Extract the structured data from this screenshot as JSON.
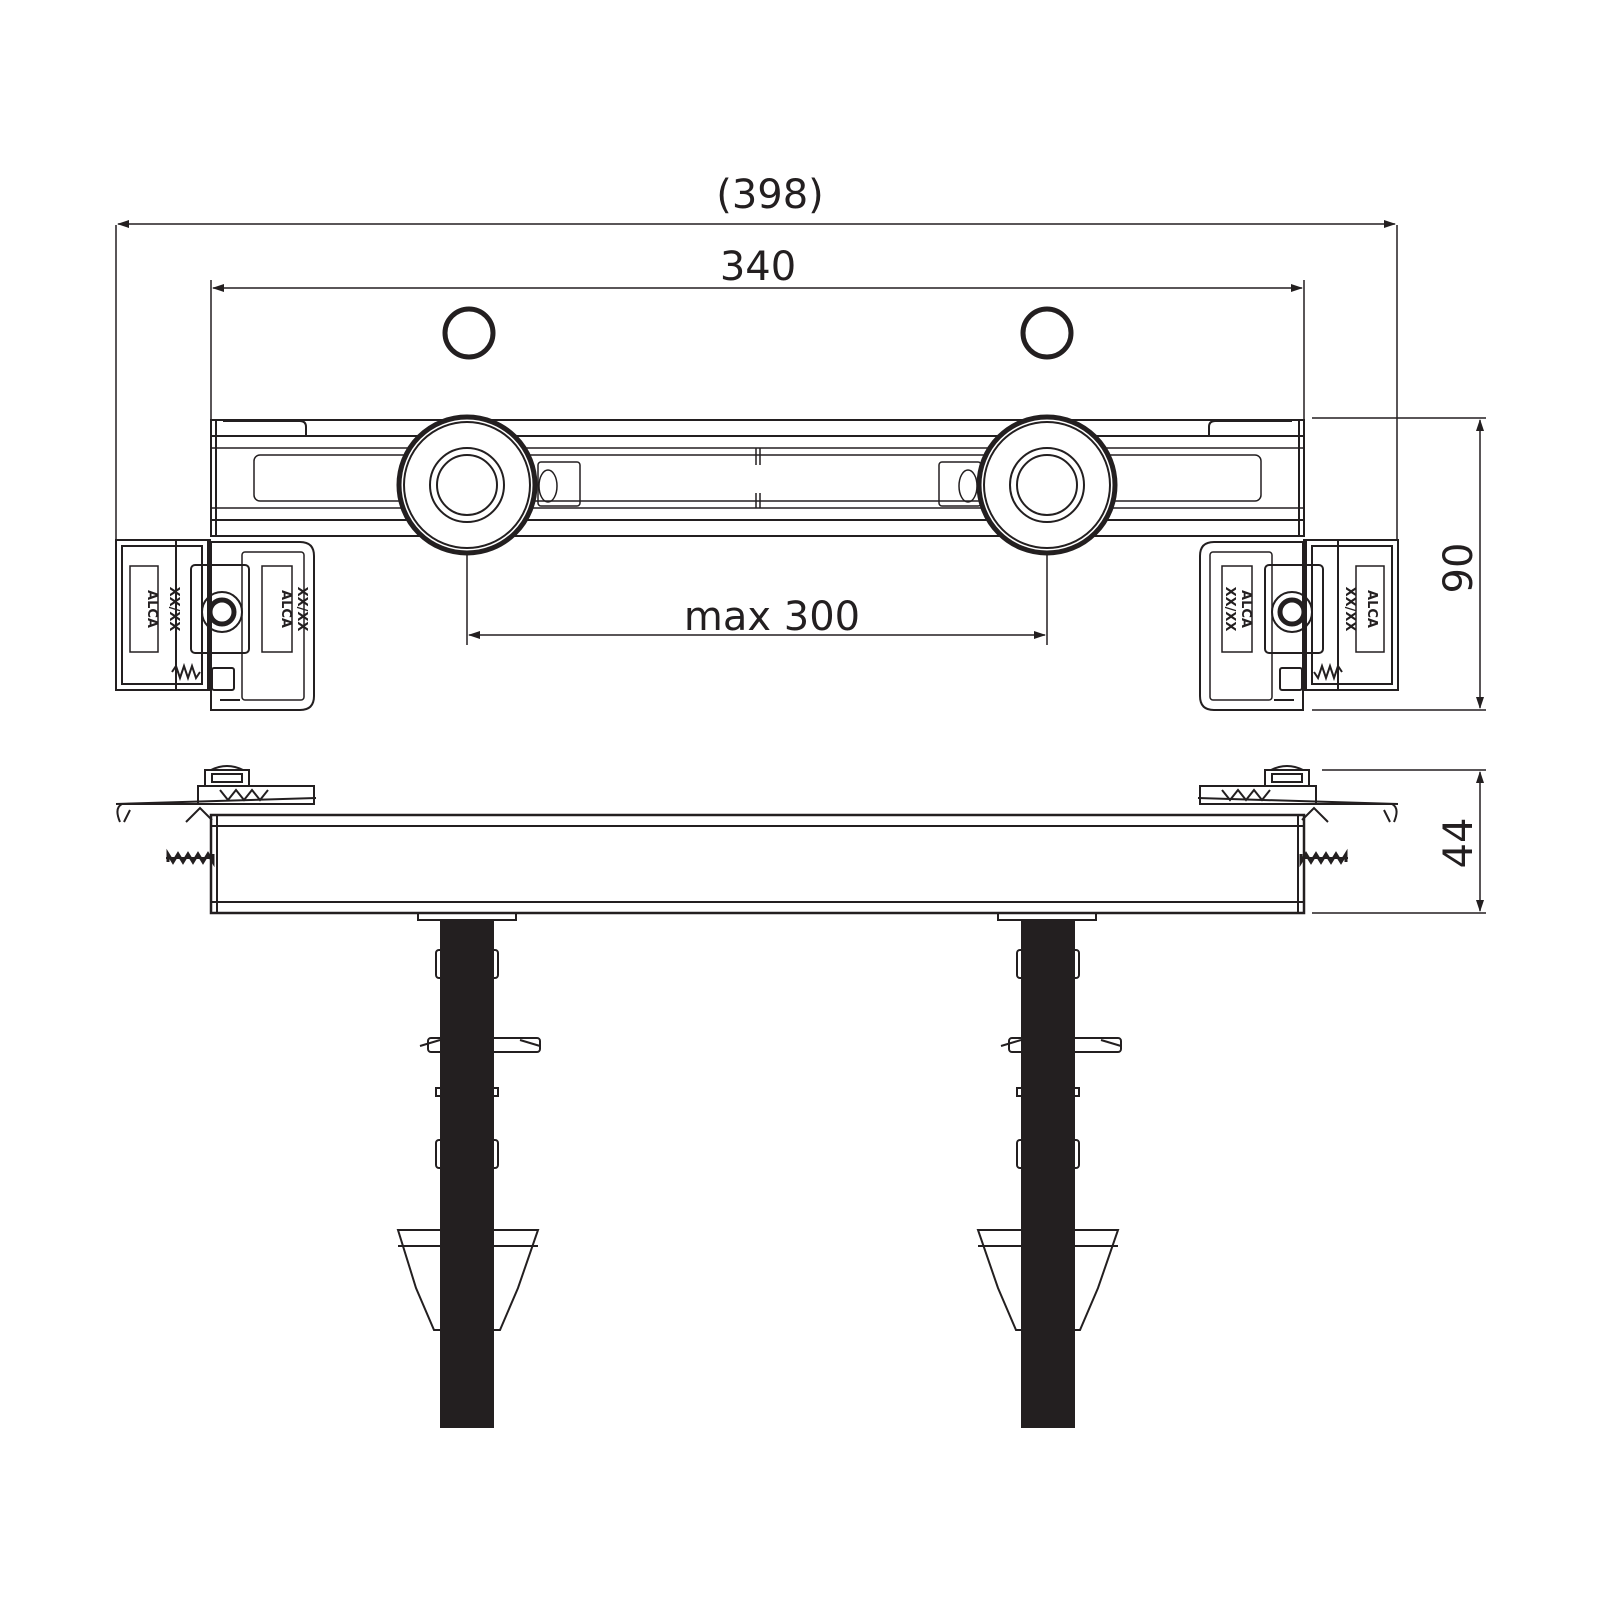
{
  "dimensions": {
    "overall_width": "(398)",
    "frame_width": "340",
    "outlet_spacing": "max 300",
    "frame_height": "90",
    "depth": "44"
  },
  "bracket_marking": {
    "brand": "ALCA",
    "code": "XX/XX"
  },
  "colors": {
    "line": "#231f20",
    "background": "#ffffff"
  }
}
